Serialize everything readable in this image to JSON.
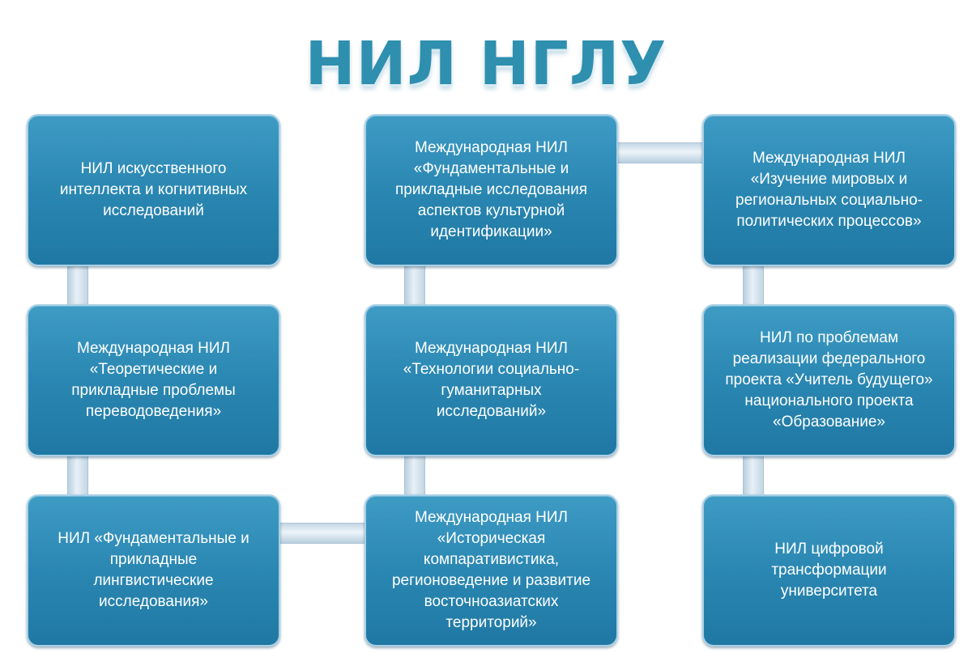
{
  "title": "НИЛ НГЛУ",
  "nodes": [
    "НИЛ искусственного\nинтеллекта и когнитивных\nисследований",
    "Международная НИЛ\n«Теоретические и\nприкладные проблемы\nпереводоведения»",
    "НИЛ «Фундаментальные и\nприкладные\nлингвистические\nисследования»",
    "Международная НИЛ\n«Фундаментальные и\nприкладные исследования\nаспектов культурной\nидентификации»",
    "Международная НИЛ\n«Технологии социально-\nгуманитарных\nисследований»",
    "Международная НИЛ\n«Историческая\nкомпаративистика,\nрегионоведение и развитие\nвосточноазиатских\nтерриторий»",
    "Международная НИЛ\n«Изучение мировых и\nрегиональных социально-\nполитических процессов»",
    "НИЛ по проблемам\nреализации федерального\nпроекта «Учитель будущего»\nнационального проекта\n«Образование»",
    "НИЛ цифровой\nтрансформации\nуниверситета"
  ]
}
